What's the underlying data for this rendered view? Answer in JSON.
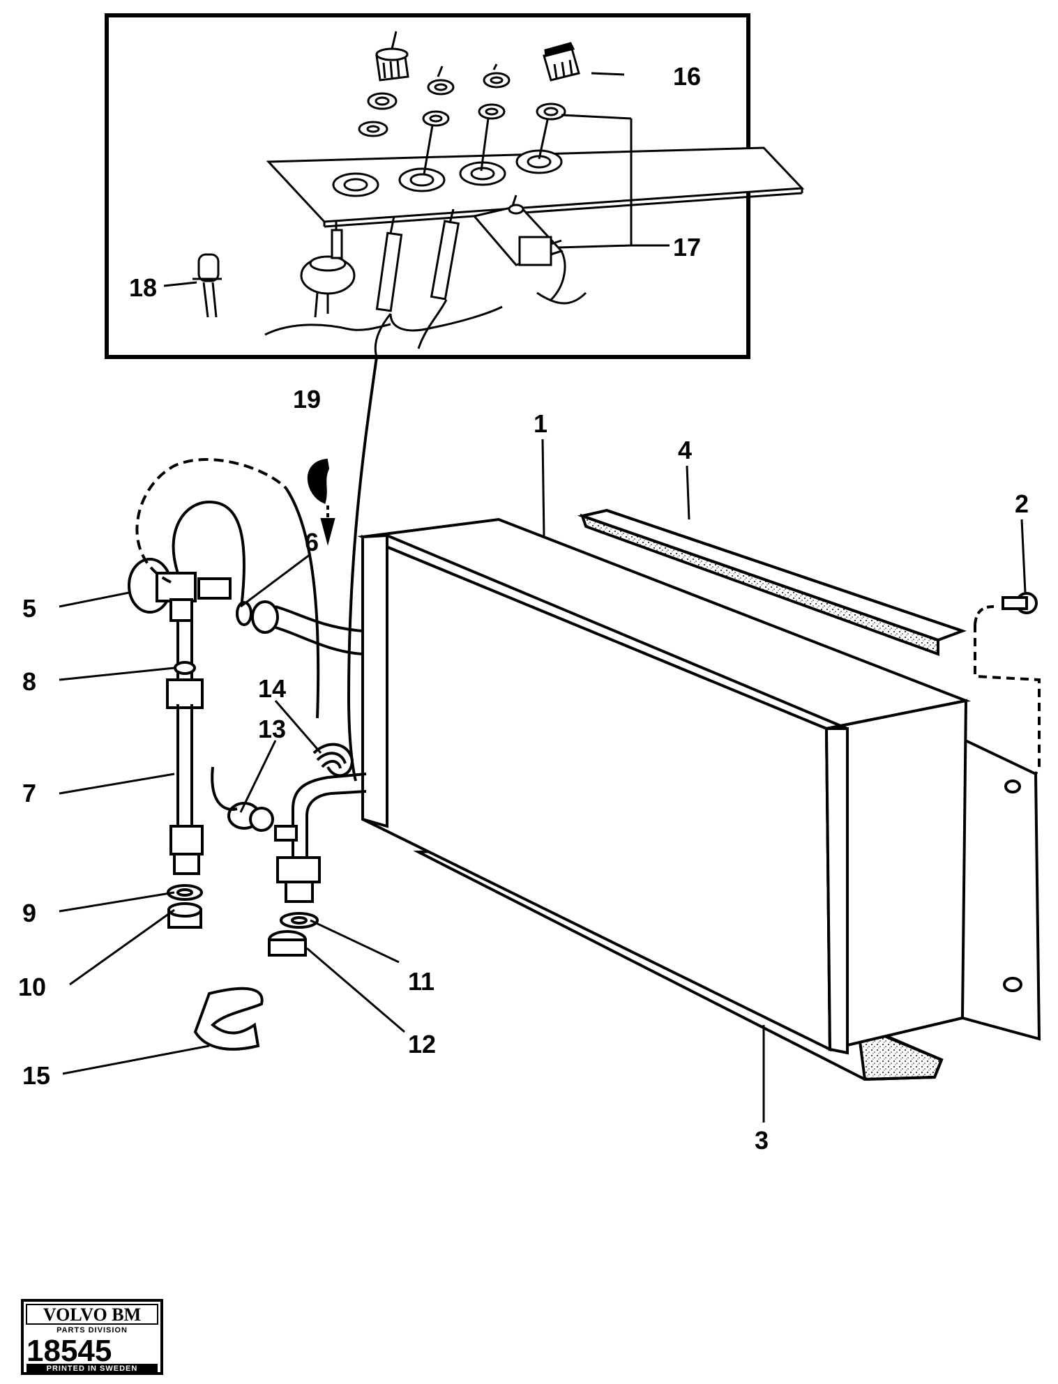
{
  "callouts": {
    "c1": "1",
    "c2": "2",
    "c3": "3",
    "c4": "4",
    "c5": "5",
    "c6": "6",
    "c7": "7",
    "c8": "8",
    "c9": "9",
    "c10": "10",
    "c11": "11",
    "c12": "12",
    "c13": "13",
    "c14": "14",
    "c15": "15",
    "c16": "16",
    "c17": "17",
    "c18": "18",
    "c19": "19"
  },
  "stamp": {
    "brand": "VOLVO BM",
    "division": "PARTS DIVISION",
    "number": "18545",
    "footer": "PRINTED IN SWEDEN"
  }
}
